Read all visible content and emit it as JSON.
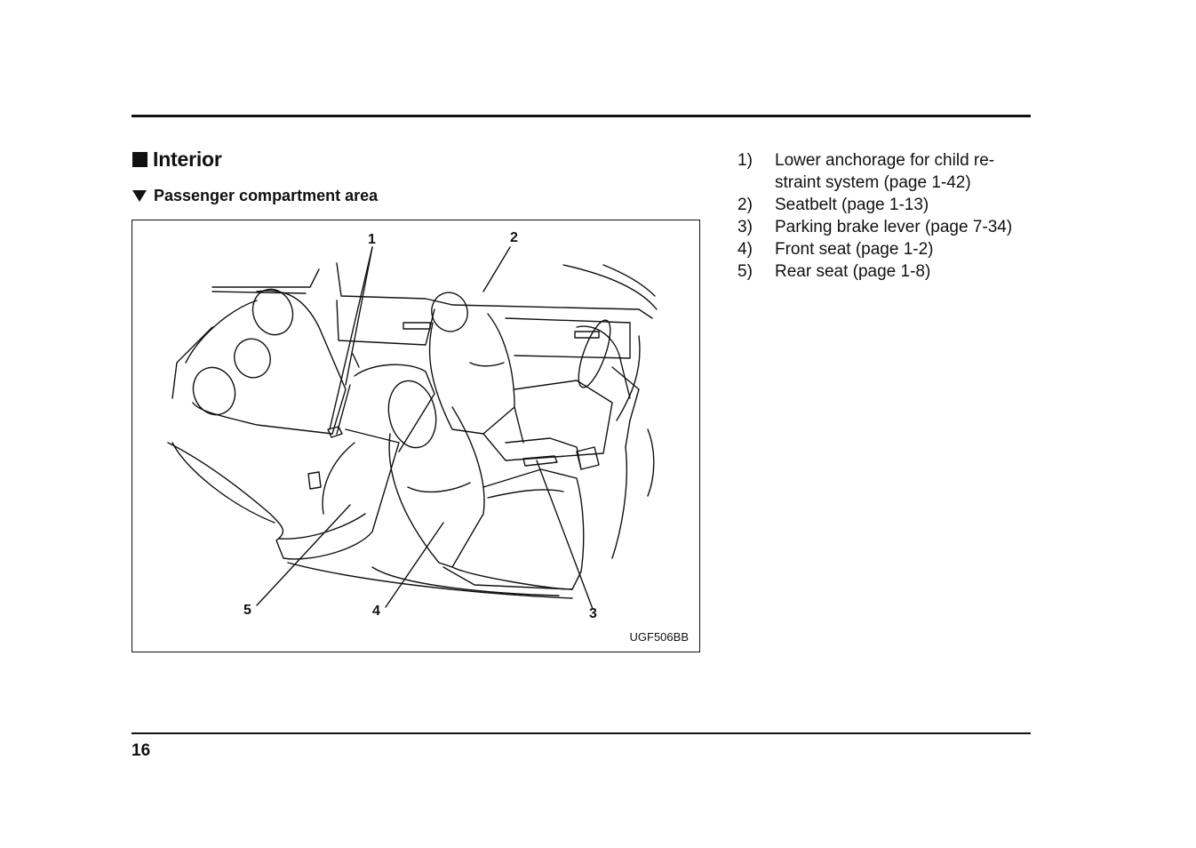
{
  "section": {
    "title": "Interior"
  },
  "subsection": {
    "title": "Passenger compartment area"
  },
  "figure": {
    "code": "UGF506BB",
    "callouts": [
      "1",
      "2",
      "3",
      "4",
      "5"
    ]
  },
  "legend": [
    {
      "num": "1)",
      "text": "Lower anchorage for child re-straint system (page 1-42)"
    },
    {
      "num": "2)",
      "text": "Seatbelt (page 1-13)"
    },
    {
      "num": "3)",
      "text": "Parking brake lever (page 7-34)"
    },
    {
      "num": "4)",
      "text": "Front seat (page 1-2)"
    },
    {
      "num": "5)",
      "text": "Rear seat (page 1-8)"
    }
  ],
  "page": {
    "number": "16"
  }
}
